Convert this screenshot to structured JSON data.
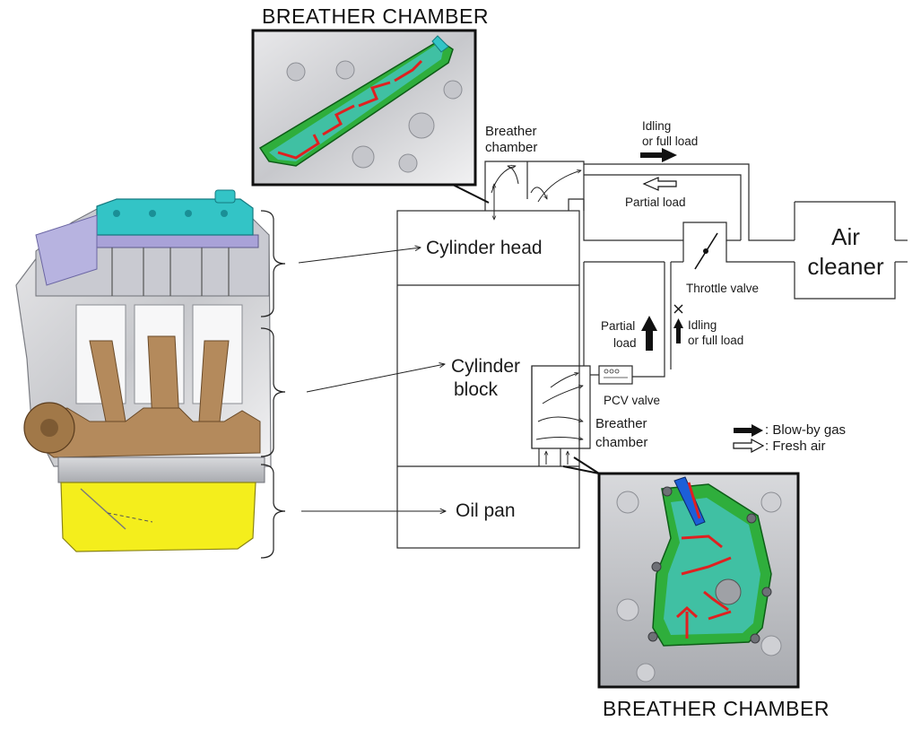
{
  "titles": {
    "top_inset": "BREATHER CHAMBER",
    "bottom_inset": "BREATHER CHAMBER"
  },
  "engine_sections": {
    "cylinder_head": "Cylinder head",
    "cylinder_block_line1": "Cylinder",
    "cylinder_block_line2": "block",
    "oil_pan": "Oil pan"
  },
  "flow_labels": {
    "breather_chamber_top_line1": "Breather",
    "breather_chamber_top_line2": "chamber",
    "idling_top_line1": "Idling",
    "idling_top_line2": "or full load",
    "partial_load_top": "Partial  load",
    "air_cleaner_line1": "Air",
    "air_cleaner_line2": "cleaner",
    "throttle_valve": "Throttle valve",
    "partial_load_side_line1": "Partial",
    "partial_load_side_line2": "load",
    "idling_side_line1": "Idling",
    "idling_side_line2": "or full load",
    "pcv_valve": "PCV valve",
    "breather_chamber_bottom_line1": "Breather",
    "breather_chamber_bottom_line2": "chamber"
  },
  "legend": {
    "blow_by": ": Blow-by gas",
    "fresh_air": ": Fresh air"
  },
  "colors": {
    "cover_teal": "#2fc6c6",
    "oil_pan_yellow": "#f4ee1c",
    "crank_bronze": "#b48a5c",
    "chamber_green": "#2fae3c",
    "passage_red": "#e02020",
    "pipe_blue": "#1c5fd8"
  }
}
